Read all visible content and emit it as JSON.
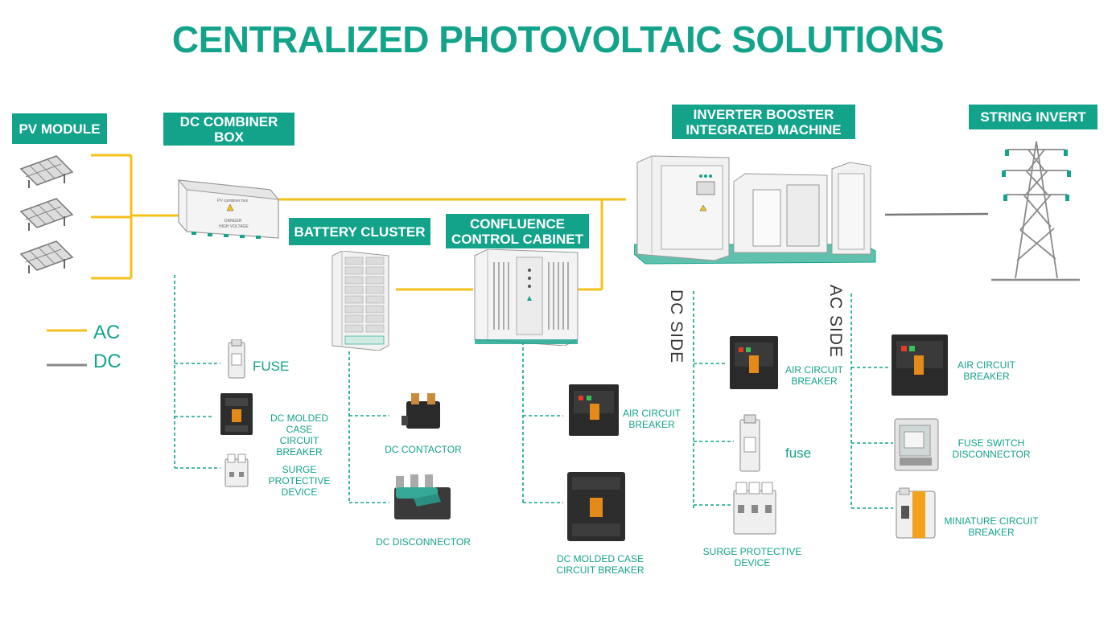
{
  "title": "CENTRALIZED PHOTOVOLTAIC SOLUTIONS",
  "colors": {
    "accent": "#13a38b",
    "ac_line": "#f5c01a",
    "dc_line": "#8a8a8a"
  },
  "headers": {
    "pv_module": "PV MODULE",
    "dc_combiner_line1": "DC COMBINER",
    "dc_combiner_line2": "BOX",
    "battery_cluster": "BATTERY CLUSTER",
    "confluence_line1": "CONFLUENCE",
    "confluence_line2": "CONTROL CABINET",
    "inverter_line1": "INVERTER BOOSTER",
    "inverter_line2": "INTEGRATED MACHINE",
    "string_invert": "STRING INVERT"
  },
  "legend": {
    "ac": "AC",
    "dc": "DC"
  },
  "sides": {
    "dc_side": "DC SIDE",
    "ac_side": "AC SIDE"
  },
  "combiner_box_text": {
    "name": "PV combiner box",
    "warn1": "DANGER",
    "warn2": "HIGH VOLTAGE"
  },
  "components": {
    "fuse_1": "FUSE",
    "dc_mccb_1_l1": "DC MOLDED CASE",
    "dc_mccb_1_l2": "CIRCUIT BREAKER",
    "spd_1_l1": "SURGE PROTECTIVE",
    "spd_1_l2": "DEVICE",
    "dc_contactor": "DC CONTACTOR",
    "dc_disconnector": "DC  DISCONNECTOR",
    "acb_1_l1": "AIR CIRCUIT",
    "acb_1_l2": "BREAKER",
    "dc_mccb_2_l1": "DC MOLDED CASE",
    "dc_mccb_2_l2": "CIRCUIT BREAKER",
    "acb_2_l1": "AIR CIRCUIT",
    "acb_2_l2": "BREAKER",
    "fuse_2": "fuse",
    "spd_2_l1": "SURGE PROTECTIVE",
    "spd_2_l2": "DEVICE",
    "acb_3_l1": "AIR CIRCUIT",
    "acb_3_l2": "BREAKER",
    "fuse_switch_l1": "FUSE SWITCH",
    "fuse_switch_l2": "DISCONNECTOR",
    "mcb_l1": "MINIATURE CIRCUIT",
    "mcb_l2": "BREAKER"
  }
}
